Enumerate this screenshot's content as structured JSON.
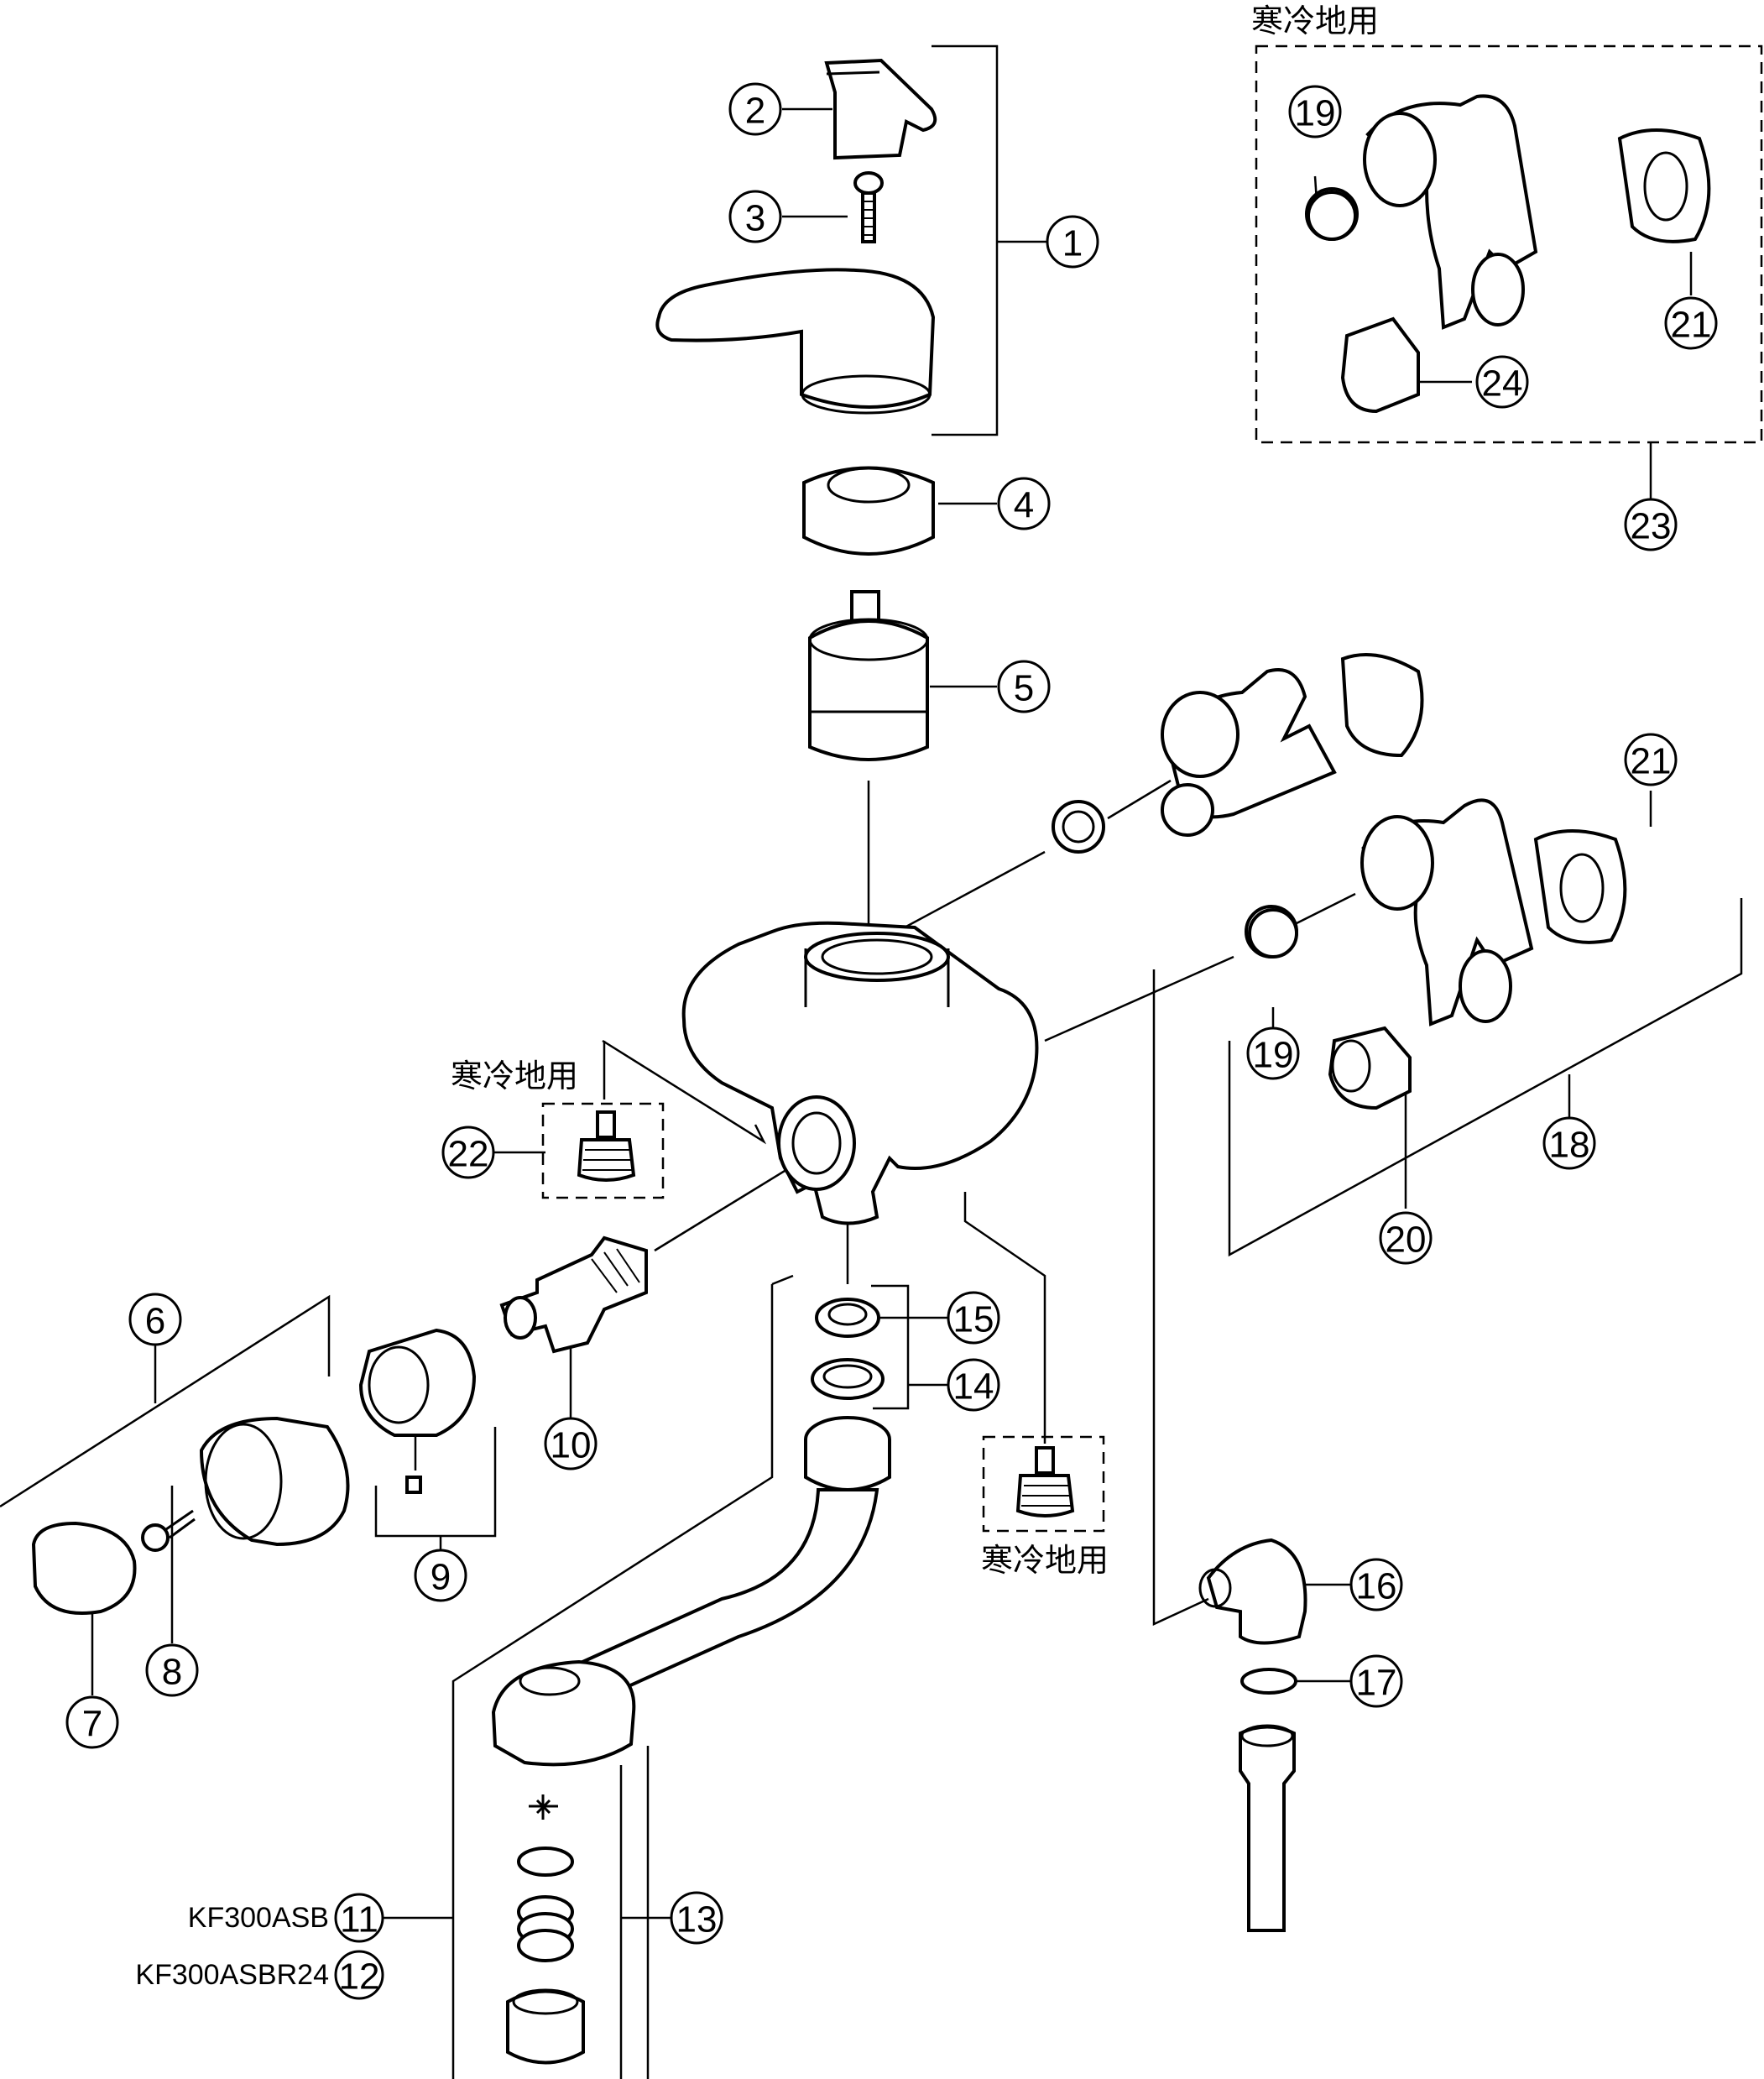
{
  "colors": {
    "line": "#000000",
    "background": "#ffffff"
  },
  "cold_region_label": "寒冷地用",
  "models": {
    "kf300asb": "KF300ASB",
    "kf300asbr24": "KF300ASBR24"
  },
  "parts": {
    "p1": "1",
    "p2": "2",
    "p3": "3",
    "p4": "4",
    "p5": "5",
    "p6": "6",
    "p7": "7",
    "p8": "8",
    "p9": "9",
    "p10": "10",
    "p11": "11",
    "p12": "12",
    "p13": "13",
    "p14": "14",
    "p15": "15",
    "p16": "16",
    "p17": "17",
    "p18": "18",
    "p19a": "19",
    "p19b": "19",
    "p20": "20",
    "p21a": "21",
    "p21b": "21",
    "p22": "22",
    "p23": "23",
    "p24": "24"
  }
}
